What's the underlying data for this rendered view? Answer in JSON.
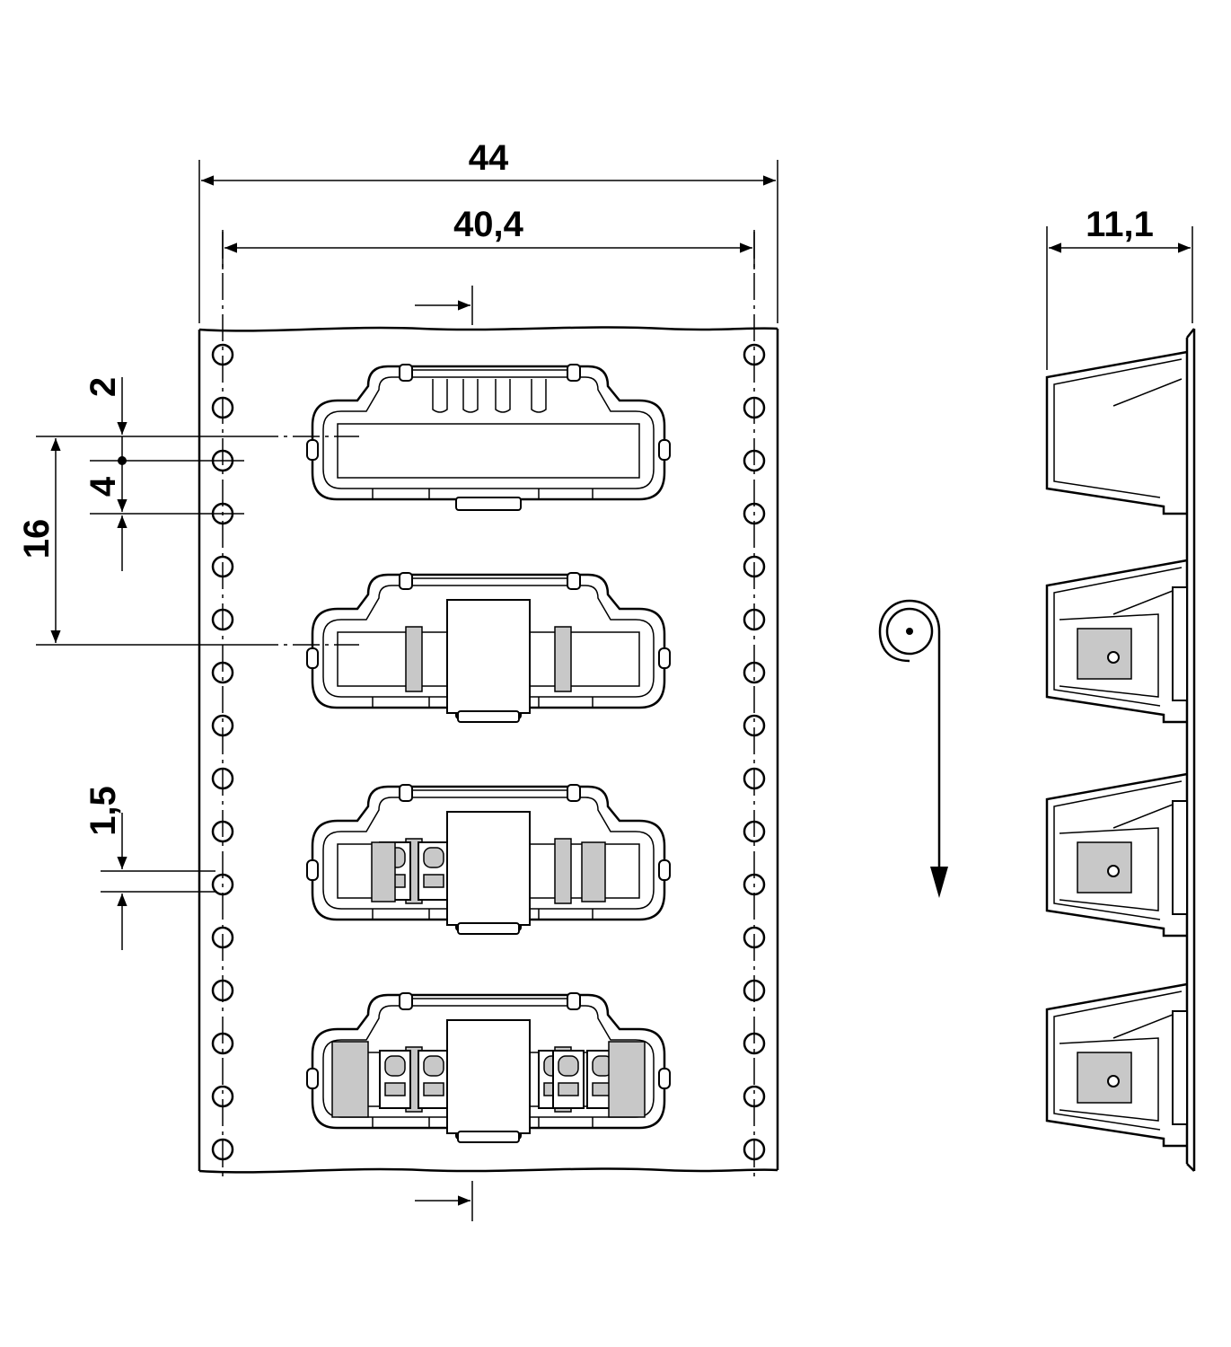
{
  "drawing": {
    "dimensions": {
      "tape_width": "44",
      "hole_pitch_span": "40,4",
      "pocket_depth": "11,1",
      "pitch": "16",
      "hole_offset": "2",
      "hole_pitch": "4",
      "hole_diameter": "1,5"
    },
    "pockets": [
      "empty",
      "partial-open",
      "partial-filled",
      "full"
    ]
  }
}
